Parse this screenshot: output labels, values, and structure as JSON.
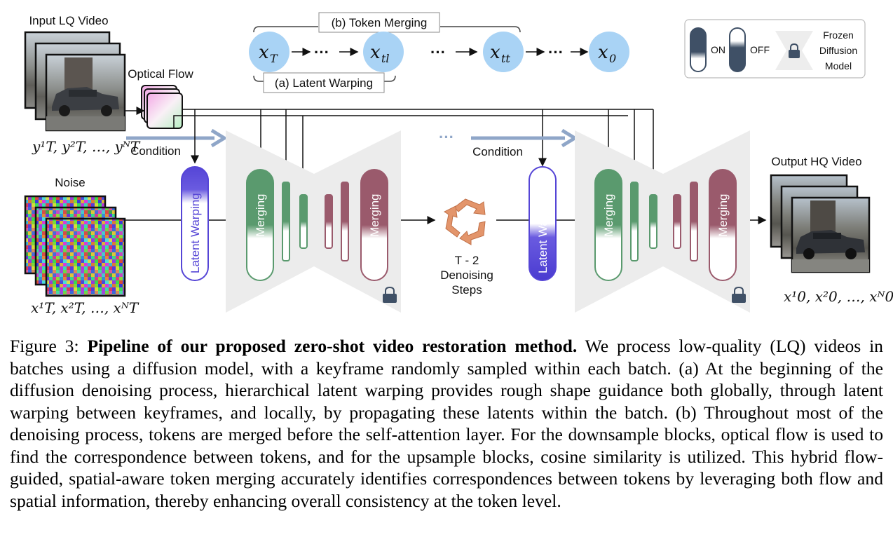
{
  "figure": {
    "input_label": "Input LQ Video",
    "optical_flow_label": "Optical Flow",
    "condition_label_1": "Condition",
    "condition_label_2": "Condition",
    "noise_label": "Noise",
    "output_label": "Output HQ Video",
    "token_merging_bracket": "(b) Token Merging",
    "latent_warping_bracket": "(a) Latent Warping",
    "timeline": {
      "nodes": [
        "x",
        "x",
        "x",
        "x"
      ],
      "subscripts": [
        "T",
        "tl",
        "tt",
        "0"
      ],
      "ellipsis": "···"
    },
    "input_seq": "y¹T, y²T, …, yᴺT",
    "noise_seq": "x¹T, x²T, …, xᴺT",
    "output_seq": "x¹0, x²0, …, xᴺ0",
    "blocks": {
      "latent_warping": "Latent Warping",
      "token_merging": "Token Merging"
    },
    "denoise": {
      "line1": "T - 2",
      "line2": "Denoising",
      "line3": "Steps"
    },
    "legend": {
      "on": "ON",
      "off": "OFF",
      "frozen_line1": "Frozen",
      "frozen_line2": "Diffusion",
      "frozen_line3": "Model"
    }
  },
  "caption": {
    "label": "Figure 3:",
    "title": "Pipeline of our proposed zero-shot video restoration method.",
    "body": "We process low-quality (LQ) videos in batches using a diffusion model, with a keyframe randomly sampled within each batch. (a) At the beginning of the diffusion denoising process, hierarchical latent warping provides rough shape guidance both globally, through latent warping between keyframes, and locally, by propagating these latents within the batch. (b) Throughout most of the denoising process, tokens are merged before the self-attention layer. For the downsample blocks, optical flow is used to find the correspondence between tokens, and for the upsample blocks, cosine similarity is utilized. This hybrid flow-guided, spatial-aware token merging accurately identifies correspondences between tokens by leveraging both flow and spatial information, thereby enhancing overall consistency at the token level."
  },
  "colors": {
    "node_blue": "#a9d3f5",
    "warp_purple": "#5545d6",
    "merge_green": "#5a9a6e",
    "merge_maroon": "#9a5a6c",
    "unet_gray": "#ececec",
    "condition_arrow": "#8fa6c8"
  }
}
